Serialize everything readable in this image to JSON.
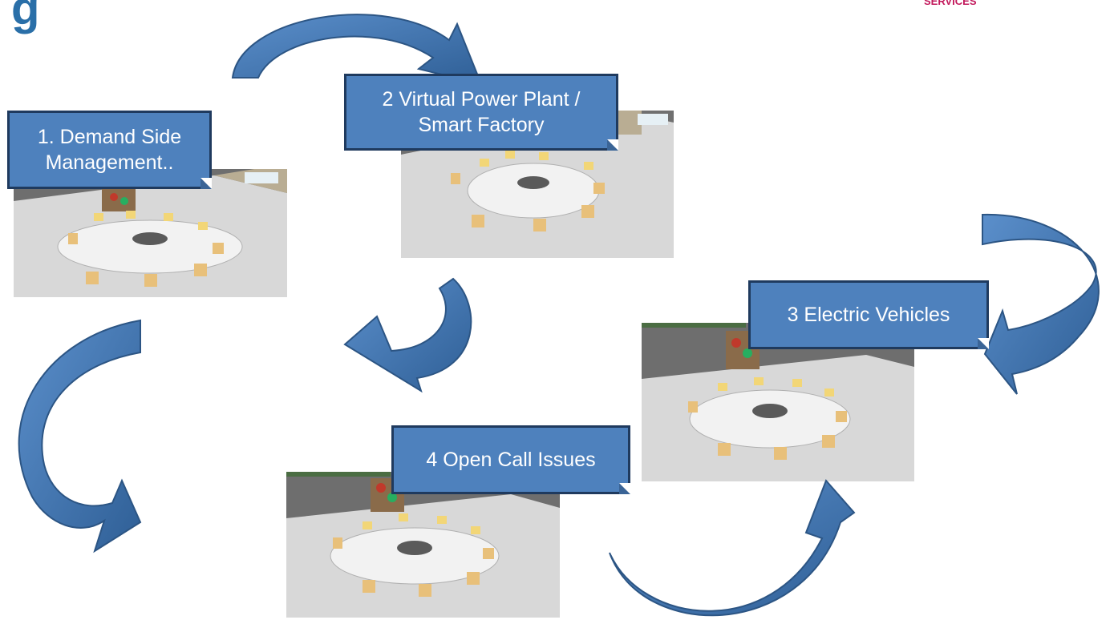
{
  "header": {
    "logo_fragment": "g",
    "corner_text": "SERVICES"
  },
  "steps": [
    {
      "label_line1": "1. Demand Side",
      "label_line2": "Management.."
    },
    {
      "label_line1": "2 Virtual Power Plant /",
      "label_line2": "Smart Factory"
    },
    {
      "label_line1": "3 Electric Vehicles",
      "label_line2": ""
    },
    {
      "label_line1": "4 Open Call Issues",
      "label_line2": ""
    }
  ],
  "colors": {
    "note_fill": "#4e81bd",
    "note_border": "#1f3a5e",
    "arrow_fill": "#4f81bd",
    "arrow_dark": "#2c5584",
    "floor": "#d6d6d6",
    "background_dark": "#6b6b6b"
  }
}
